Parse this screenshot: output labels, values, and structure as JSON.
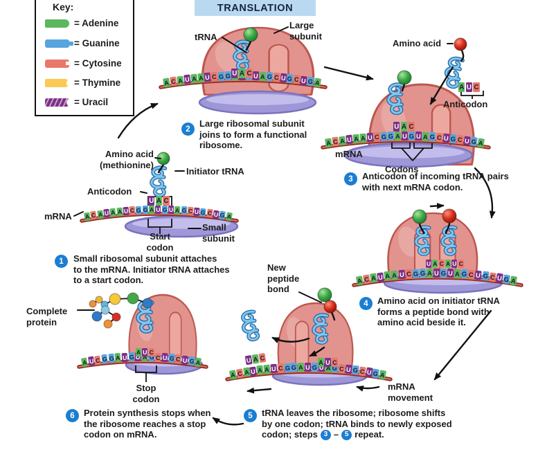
{
  "title": "TRANSLATION",
  "key": {
    "heading": "Key:",
    "items": [
      {
        "base": "A",
        "label": "= Adenine",
        "color": "#5cb85c"
      },
      {
        "base": "G",
        "label": "= Guanine",
        "color": "#56a5dd"
      },
      {
        "base": "C",
        "label": "= Cytosine",
        "color": "#e8796a"
      },
      {
        "base": "T",
        "label": "= Thymine",
        "color": "#fbca55"
      },
      {
        "base": "U",
        "label": "= Uracil",
        "color": "#7c2f87"
      }
    ]
  },
  "base_colors": {
    "A": "#5cb85c",
    "G": "#56a5dd",
    "C": "#e8796a",
    "U": "#7c2f87",
    "T": "#fbca55"
  },
  "strands": {
    "main": "ACAUAAUCGGAUGUAGCUGCUGA",
    "shifted": "AUCGGAUGUAGCUGCUGA",
    "anticodon_start": "UAC",
    "anticodon_next": "AUC",
    "anticodon_pair": "UACAUC"
  },
  "labels": {
    "trna": "tRNA",
    "large_subunit_1": "Large",
    "large_subunit_2": "subunit",
    "amino_acid": "Amino acid",
    "anticodon": "Anticodon",
    "mrna": "mRNA",
    "codons": "Codons",
    "amino_acid_meth_1": "Amino acid",
    "amino_acid_meth_2": "(methionine)",
    "initiator_trna": "Initiator tRNA",
    "start_1": "Start",
    "start_2": "codon",
    "small_1": "Small",
    "small_2": "subunit",
    "npb_1": "New",
    "npb_2": "peptide",
    "npb_3": "bond",
    "move_1": "mRNA",
    "move_2": "movement",
    "comp_1": "Complete",
    "comp_2": "protein",
    "stop_1": "Stop",
    "stop_2": "codon"
  },
  "steps": {
    "s1": {
      "num": "1",
      "l1": "Small ribosomal subunit attaches",
      "l2": "to the mRNA. Initiator tRNA attaches",
      "l3": "to a start codon."
    },
    "s2": {
      "num": "2",
      "l1": "Large ribosomal subunit",
      "l2": "joins to form a functional",
      "l3": "ribosome."
    },
    "s3": {
      "num": "3",
      "l1": "Anticodon of incoming tRNA pairs",
      "l2": "with next mRNA codon."
    },
    "s4": {
      "num": "4",
      "l1": "Amino acid on initiator tRNA",
      "l2": "forms a peptide bond with",
      "l3": "amino acid beside it."
    },
    "s5": {
      "num": "5",
      "l1": "tRNA leaves the ribosome; ribosome shifts",
      "l2": "by one codon; tRNA binds to newly exposed",
      "l3_pre": "codon; steps",
      "ref_a": "3",
      "dash": "–",
      "ref_b": "5",
      "l3_post": "repeat."
    },
    "s6": {
      "num": "6",
      "l1": "Protein synthesis stops when",
      "l2": "the ribosome reaches a stop",
      "l3": "codon on mRNA."
    }
  },
  "protein_chain": {
    "colors": [
      "#f09038",
      "#f0b63a",
      "#62b8dc",
      "#f5c838",
      "#44a848",
      "#2e7cc8",
      "#8cc8e8",
      "#2e7cc8",
      "#d83028",
      "#f09038"
    ]
  },
  "colors": {
    "large_subunit": "#e2938e",
    "large_subunit_outline": "#bc574f",
    "small_subunit": "#9e97d8",
    "trna_blue": "#82c7ee",
    "mrna_band": "#962c20",
    "step_badge": "#1b7ed1",
    "title_bg": "#b9d9f1"
  }
}
